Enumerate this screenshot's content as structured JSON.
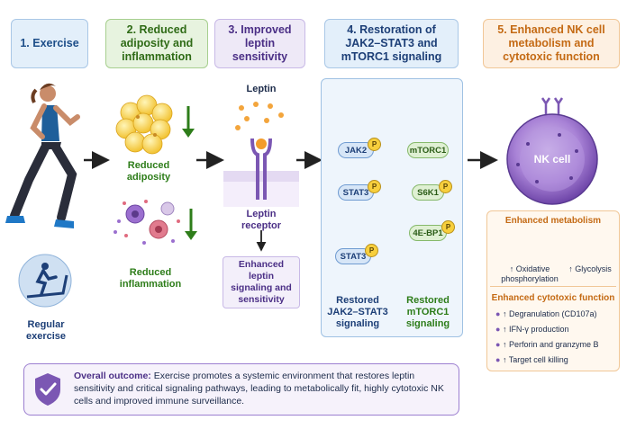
{
  "steps": {
    "s1": "1. Exercise",
    "s2": "2. Reduced adiposity and inflammation",
    "s3": "3. Improved leptin sensitivity",
    "s4": "4. Restoration of JAK2–STAT3 and mTORC1 signaling",
    "s5": "5. Enhanced NK cell metabolism and cytotoxic function"
  },
  "exercise": {
    "label": "Regular exercise"
  },
  "adiposity": {
    "reduced_adiposity": "Reduced adiposity",
    "reduced_inflammation": "Reduced inflammation"
  },
  "leptin": {
    "title": "Leptin",
    "receptor": "Leptin receptor",
    "box": "Enhanced leptin signaling and sensitivity"
  },
  "signaling": {
    "jak2": "JAK2",
    "stat3_a": "STAT3",
    "stat3_b": "STAT3",
    "mtorc1": "mTORC1",
    "s6k1": "S6K1",
    "bp1": "4E-BP1",
    "phospho": "P",
    "restored_left": "Restored JAK2–STAT3 signaling",
    "restored_right": "Restored mTORC1 signaling"
  },
  "nk": {
    "label": "NK cell"
  },
  "metabolism": {
    "title": "Enhanced metabolism",
    "oxphos": "↑ Oxidative phosphorylation",
    "glycolysis": "↑ Glycolysis"
  },
  "cytotoxic": {
    "title": "Enhanced cytotoxic function",
    "items": [
      "↑ Degranulation (CD107a)",
      "↑ IFN-γ production",
      "↑ Perforin and granzyme B",
      "↑ Target cell killing"
    ]
  },
  "outcome": {
    "title": "Overall outcome:",
    "text": " Exercise promotes a systemic environment that restores leptin sensitivity and critical signaling pathways, leading to metabolically fit, highly cytotoxic NK cells and improved immune surveillance."
  },
  "colors": {
    "blue": "#1d3f77",
    "green": "#2e7d1a",
    "purple": "#4b2f86",
    "orange": "#c46a14"
  }
}
